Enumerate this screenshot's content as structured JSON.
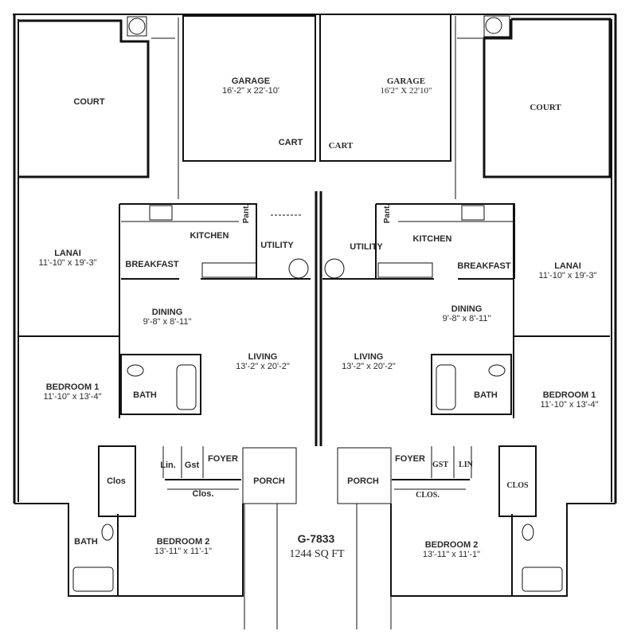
{
  "plan": {
    "model": "G-7833",
    "area": "1244 SQ FT"
  },
  "left_unit": {
    "court": {
      "name": "COURT"
    },
    "garage": {
      "name": "GARAGE",
      "dims": "16'-2\" x 22'-10'"
    },
    "cart": "CART",
    "lanai": {
      "name": "LANAI",
      "dims": "11'-10\" x 19'-3\""
    },
    "kitchen": "KITCHEN",
    "pantry": "Pant.",
    "utility": "UTILITY",
    "breakfast": "BREAKFAST",
    "dining": {
      "name": "DINING",
      "dims": "9'-8\" x 8'-11\""
    },
    "living": {
      "name": "LIVING",
      "dims": "13'-2\" x 20'-2\""
    },
    "bedroom1": {
      "name": "BEDROOM 1",
      "dims": "11'-10\" x 13'-4\""
    },
    "bath1": "BATH",
    "closet1": "Clos",
    "linen": "Lin.",
    "guest": "Gst",
    "foyer": "FOYER",
    "closet2": "Clos.",
    "porch": "PORCH",
    "bath2": "BATH",
    "bedroom2": {
      "name": "BEDROOM 2",
      "dims": "13'-11\" x 11'-1\""
    }
  },
  "right_unit": {
    "court": {
      "name": "COURT"
    },
    "garage": {
      "name": "GARAGE",
      "dims": "16'2\" X 22'10\""
    },
    "cart": "CART",
    "lanai": {
      "name": "LANAI",
      "dims": "11'-10\" x 19'-3\""
    },
    "kitchen": "KITCHEN",
    "pantry": "Pant.",
    "utility": "UTILITY",
    "breakfast": "BREAKFAST",
    "dining": {
      "name": "DINING",
      "dims": "9'-8\" x 8'-11\""
    },
    "living": {
      "name": "LIVING",
      "dims": "13'-2\" x 20'-2\""
    },
    "bedroom1": {
      "name": "BEDROOM 1",
      "dims": "11'-10\" x 13'-4\""
    },
    "bath1": "BATH",
    "closet1": "CLOS",
    "linen": "LIN",
    "guest": "GST",
    "foyer": "FOYER",
    "closet2": "CLOS.",
    "porch": "PORCH",
    "bedroom2": {
      "name": "BEDROOM 2",
      "dims": "13'-11\" x 11'-1\""
    }
  },
  "colors": {
    "line": "#111111",
    "background": "#ffffff",
    "text": "#2a2a2a"
  }
}
